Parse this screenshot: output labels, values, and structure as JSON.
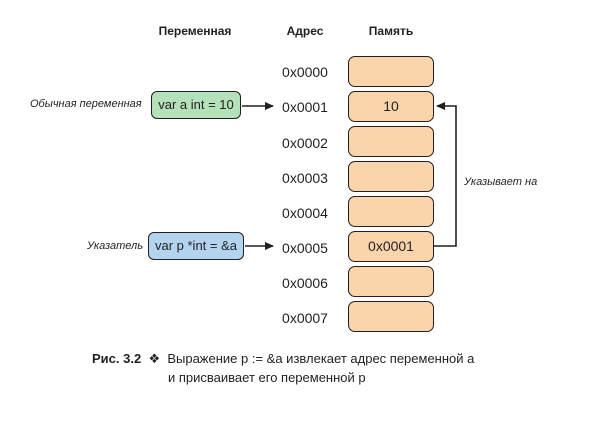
{
  "headers": {
    "variable": "Переменная",
    "address": "Адрес",
    "memory": "Память"
  },
  "addresses": [
    "0x0000",
    "0x0001",
    "0x0002",
    "0x0003",
    "0x0004",
    "0x0005",
    "0x0006",
    "0x0007"
  ],
  "memory_values": [
    "",
    "10",
    "",
    "",
    "",
    "0x0001",
    "",
    ""
  ],
  "variables": {
    "regular": {
      "side_label": "Обычная переменная",
      "code": "var a int = 10",
      "color": "#b4e0ba"
    },
    "pointer": {
      "side_label": "Указатель",
      "code": "var p *int = &a",
      "color": "#b3d4ee"
    }
  },
  "pointer_arrow_label": "Указывает на",
  "cell_color": "#fad4ab",
  "caption": {
    "label": "Рис. 3.2",
    "bullet": "❖",
    "line1": "Выражение p := &a извлекает адрес переменной a",
    "line2": "и присваивает его переменной p"
  }
}
